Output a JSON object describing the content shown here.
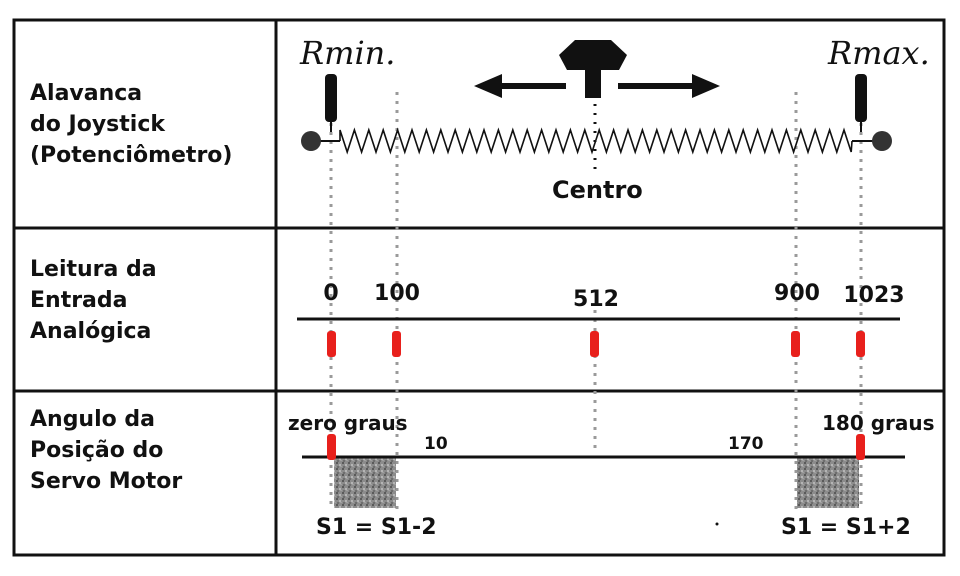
{
  "rows": [
    {
      "label_lines": [
        "Alavanca",
        "do Joystick",
        "(Potenciômetro)"
      ]
    },
    {
      "label_lines": [
        "Leitura da",
        "Entrada",
        "Analógica"
      ]
    },
    {
      "label_lines": [
        "Angulo da",
        "Posição do",
        "Servo Motor"
      ]
    }
  ],
  "joystick": {
    "r_min_label": "Rmin.",
    "r_max_label": "Rmax.",
    "center_label": "Centro"
  },
  "readings": [
    "0",
    "100",
    "512",
    "900",
    "1023"
  ],
  "servo": {
    "zero_label": "zero graus",
    "max_label": "180 graus",
    "value_low": "10",
    "value_high": "170",
    "formula_left": "S1 = S1-2",
    "formula_right": "S1 = S1+2"
  },
  "colors": {
    "marker": "#e8201c",
    "border": "#111111",
    "guide": "#9a9a9a",
    "hatch": "#7a7a7a"
  }
}
